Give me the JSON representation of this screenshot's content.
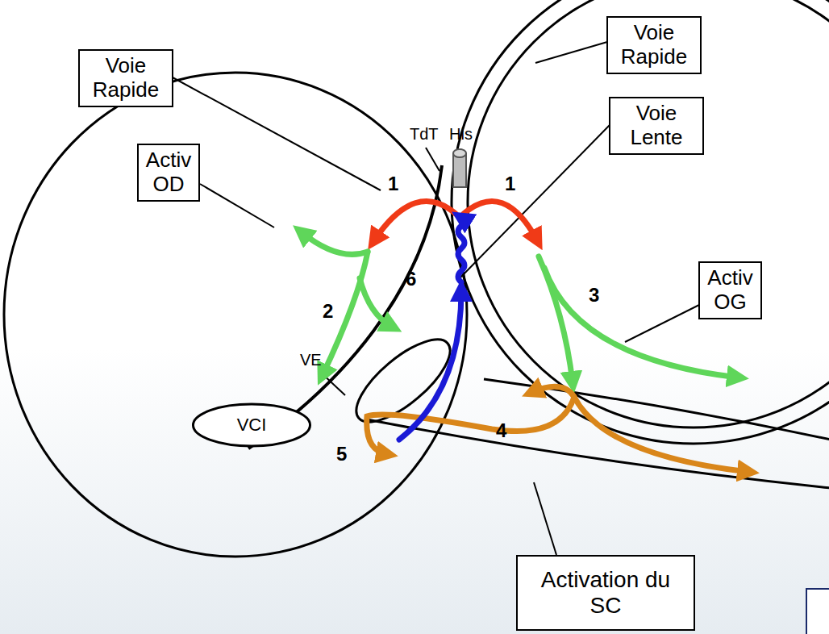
{
  "diagram": {
    "nodes": [
      {
        "text": [
          "Voie Rapide"
        ]
      },
      {
        "text": [
          "Voie Rapide"
        ]
      },
      {
        "text": [
          "Voie Lente"
        ]
      },
      {
        "text": [
          "Activ OD"
        ]
      },
      {
        "text": [
          "Activ OG"
        ]
      },
      {
        "text": [
          "VCI"
        ]
      },
      {
        "text": [
          "Activation du SC"
        ]
      }
    ],
    "labels": [
      "TdT",
      "His",
      "1",
      "1",
      "2",
      "3",
      "4",
      "5",
      "6",
      "VE"
    ]
  }
}
